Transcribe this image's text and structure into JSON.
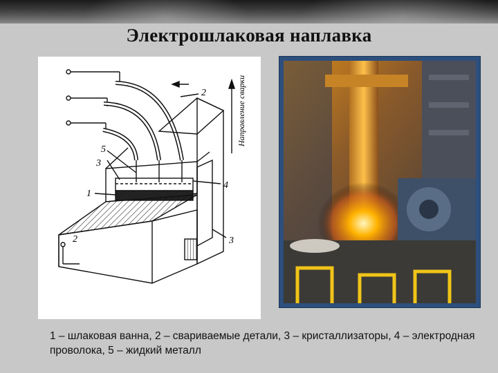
{
  "slide": {
    "title": "Электрошлаковая наплавка",
    "caption": "1 – шлаковая ванна, 2 – свариваемые детали, 3 – кристаллизаторы, 4 – электродная проволока, 5 – жидкий металл"
  },
  "diagram": {
    "labels": {
      "l1": "1",
      "l2_top": "2",
      "l2_left": "2",
      "l3_left": "3",
      "l3_right": "3",
      "l4": "4",
      "l5": "5"
    },
    "direction_text": "Направление сварки"
  },
  "colors": {
    "background": "#c8c8c8",
    "photo_frame": "#2c4f7d",
    "molten_glow": "#ffb300"
  }
}
